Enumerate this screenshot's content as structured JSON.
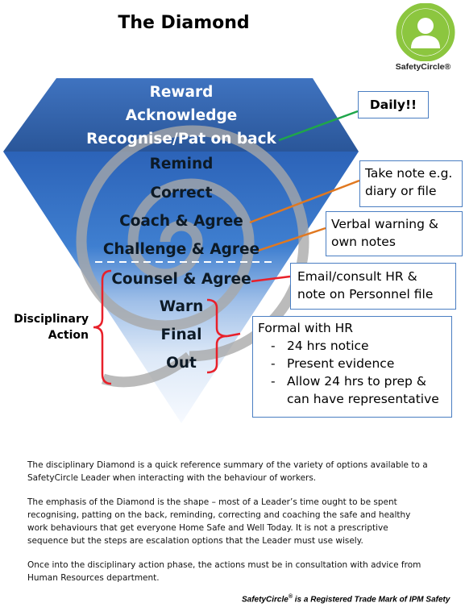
{
  "title": "The Diamond",
  "logo": {
    "text": "SafetyCircle®",
    "ring_color": "#8cc63f"
  },
  "colors": {
    "accent": "#2e5da6",
    "callout_border": "#4a7ec2",
    "arrow_green": "#1fa64a",
    "arrow_orange": "#e07820",
    "arrow_red": "#e8202a"
  },
  "diamond": {
    "crown": [
      "Reward",
      "Acknowledge",
      "Recognise/Pat on back"
    ],
    "upper_steps": [
      "Remind",
      "Correct",
      "Coach & Agree",
      "Challenge & Agree"
    ],
    "counsel": "Counsel & Agree",
    "disciplinary_steps": [
      "Warn",
      "Final",
      "Out"
    ]
  },
  "callouts": {
    "daily": "Daily!!",
    "take_note": [
      "Take note e.g.",
      "diary or file"
    ],
    "verbal": [
      "Verbal warning &",
      "own notes"
    ],
    "email": [
      "Email/consult HR &",
      "note on Personnel file"
    ],
    "formal": {
      "heading": "Formal with HR",
      "items": [
        "24 hrs notice",
        "Present evidence",
        "Allow 24 hrs to prep &"
      ],
      "continuation": "can have representative"
    }
  },
  "disciplinary_label": [
    "Disciplinary",
    "Action"
  ],
  "paragraphs": [
    "The disciplinary Diamond is a quick reference summary of the variety of options available to a SafetyCircle Leader when interacting with the behaviour of workers.",
    "The emphasis of the Diamond is the shape – most of a Leader’s time ought to be spent recognising, patting on the back, reminding, correcting and coaching the safe and healthy work behaviours that get everyone Home Safe and Well Today. It is not a prescriptive sequence but the steps are escalation options that the Leader must use wisely.",
    "Once into the disciplinary action phase, the actions must be in consultation with advice from Human Resources department."
  ],
  "trademark": {
    "brand": "SafetyCircle",
    "mark": "®",
    "rest": " is a Registered Trade Mark of IPM Safety"
  }
}
